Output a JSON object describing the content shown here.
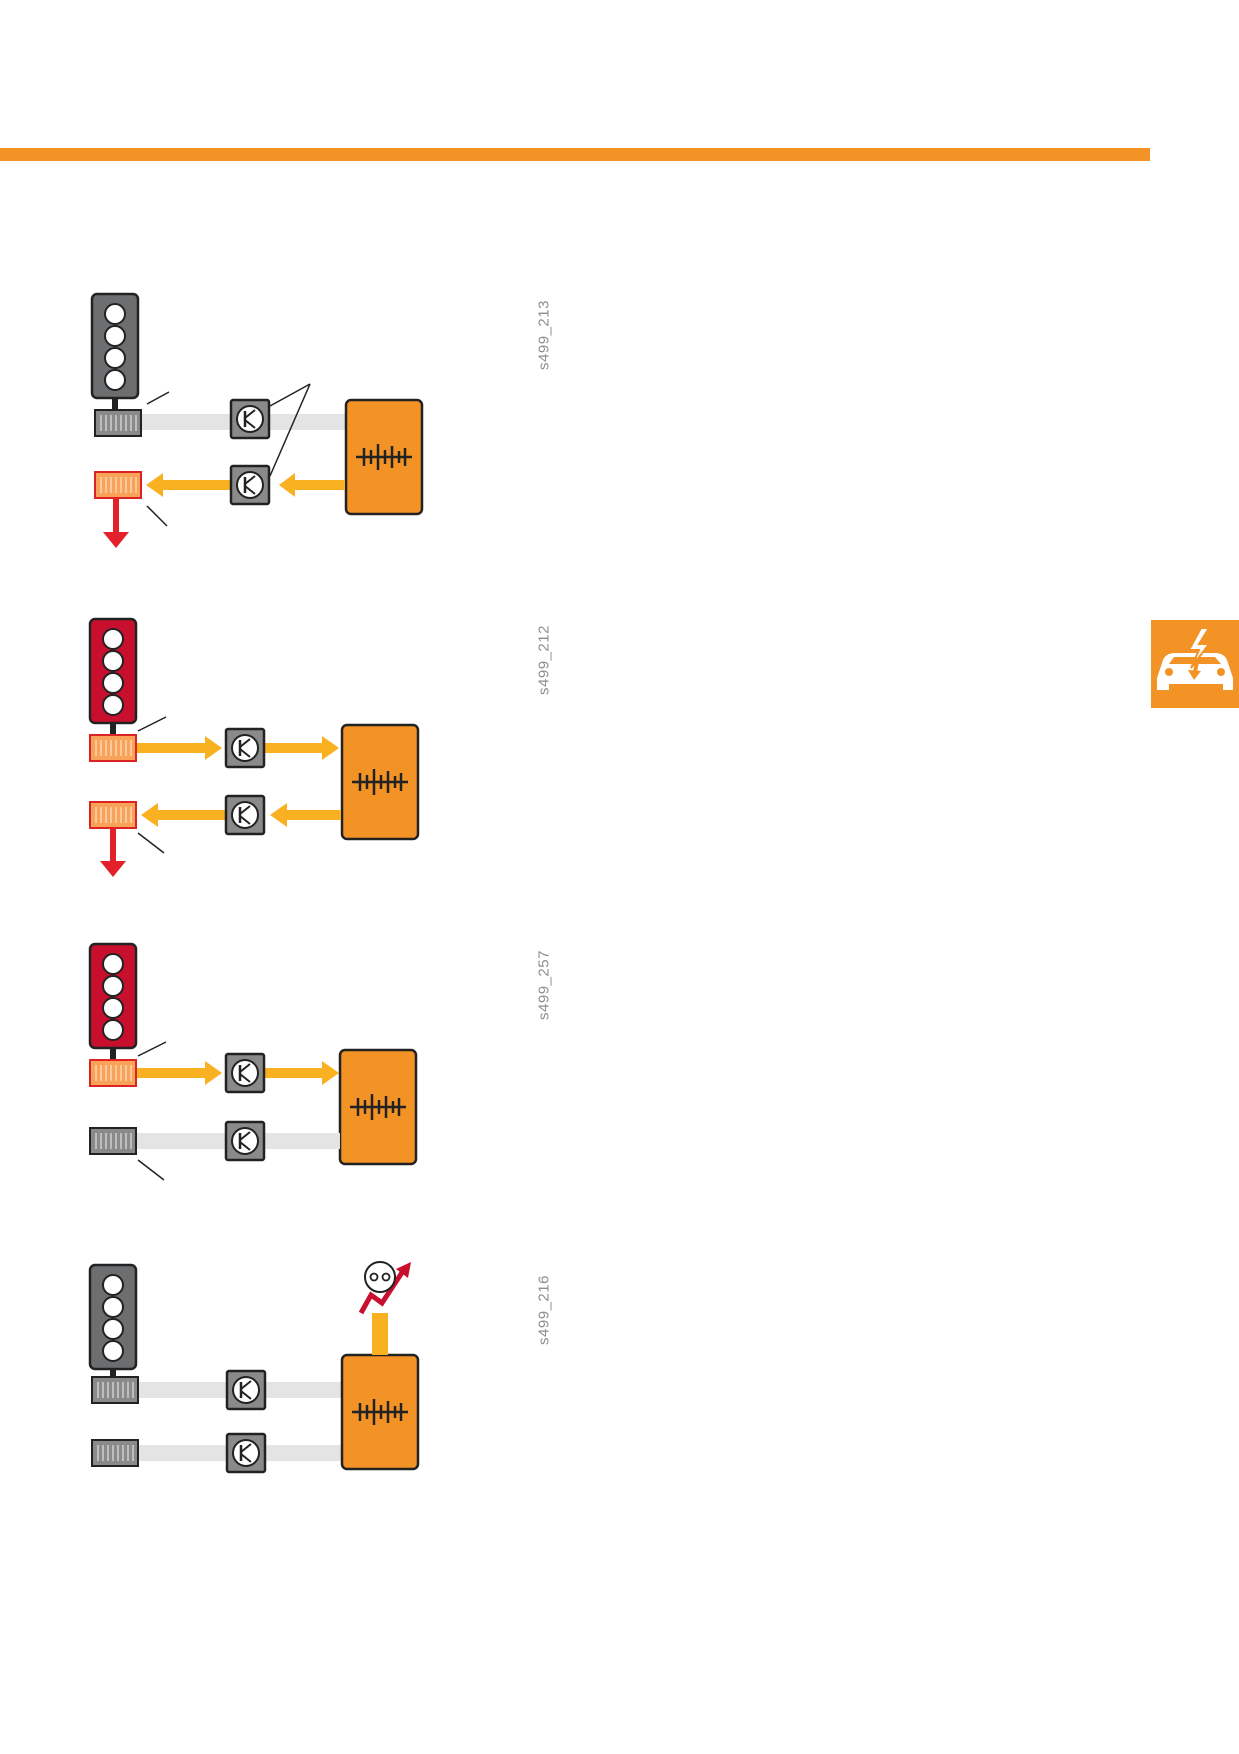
{
  "accent_color": "#f39325",
  "side_tab": {
    "icon": "car-electrical-fault-icon"
  },
  "figures": [
    {
      "id": "fig1",
      "label": "s499_213",
      "signal_light": "grey",
      "input_active": false,
      "return_active": true,
      "drain_arrow": true,
      "noise_output": false
    },
    {
      "id": "fig2",
      "label": "s499_212",
      "signal_light": "red",
      "input_active": true,
      "return_active": true,
      "drain_arrow": true,
      "noise_output": false
    },
    {
      "id": "fig3",
      "label": "s499_257",
      "signal_light": "red",
      "input_active": true,
      "return_active": false,
      "drain_arrow": false,
      "noise_output": false
    },
    {
      "id": "fig4",
      "label": "s499_216",
      "signal_light": "grey",
      "input_active": false,
      "return_active": false,
      "drain_arrow": false,
      "noise_output": true
    }
  ]
}
